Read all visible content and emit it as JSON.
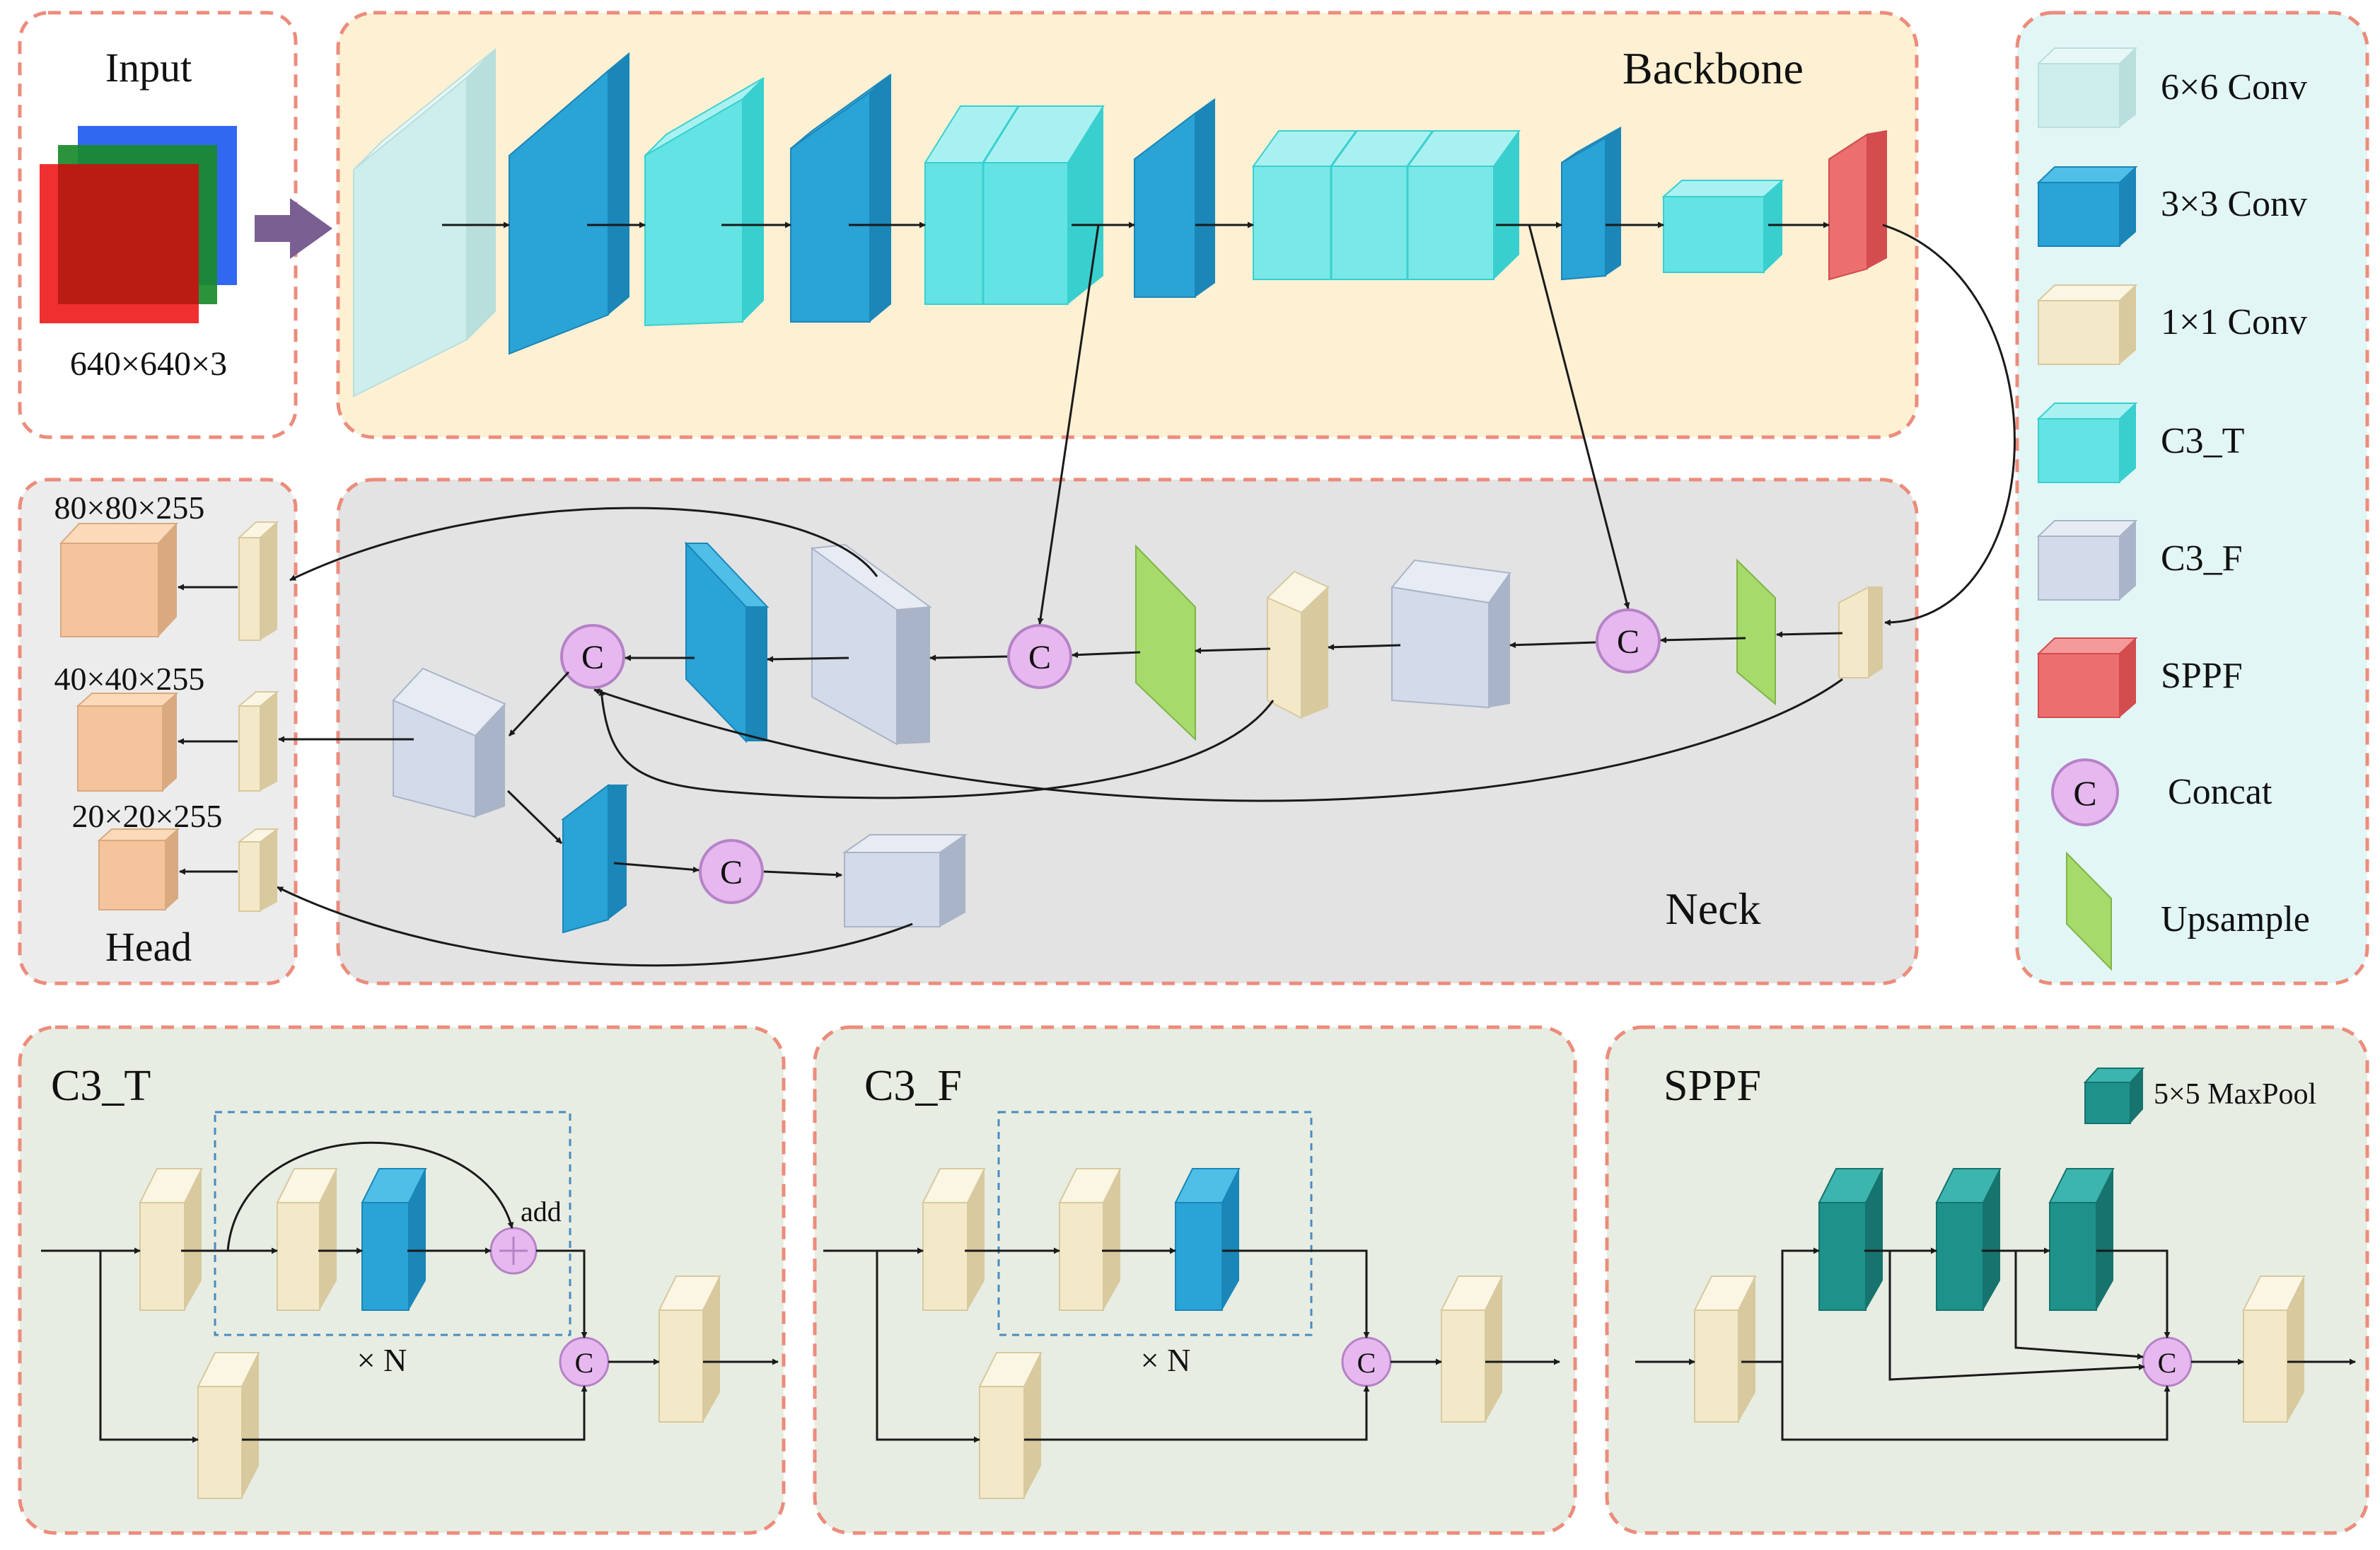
{
  "input": {
    "title": "Input",
    "size": "640×640×3"
  },
  "backbone": {
    "title": "Backbone"
  },
  "neck": {
    "title": "Neck"
  },
  "head": {
    "title": "Head",
    "outputs": [
      "80×80×255",
      "40×40×255",
      "20×20×255"
    ]
  },
  "legend": {
    "items": [
      {
        "label": "6×6 Conv",
        "color": "#cdeeed",
        "kind": "cube"
      },
      {
        "label": "3×3 Conv",
        "color": "#2aa3d6",
        "kind": "cube"
      },
      {
        "label": "1×1 Conv",
        "color": "#f3e9c9",
        "kind": "cube"
      },
      {
        "label": "C3_T",
        "color": "#63e3e3",
        "kind": "cube"
      },
      {
        "label": "C3_F",
        "color": "#d3dae9",
        "kind": "cube"
      },
      {
        "label": "SPPF",
        "color": "#ec6f70",
        "kind": "cube"
      },
      {
        "label": "Concat",
        "color": "#e6b8ef",
        "kind": "circle"
      },
      {
        "label": "Upsample",
        "color": "#a6da6b",
        "kind": "upsample"
      }
    ]
  },
  "modules": {
    "c3t": {
      "title": "C3_T",
      "add_label": "add",
      "repeat": "× N"
    },
    "c3f": {
      "title": "C3_F",
      "repeat": "× N"
    },
    "sppf": {
      "title": "SPPF",
      "maxpool_label": "5×5 MaxPool"
    }
  },
  "concat_symbol": "C",
  "colors": {
    "backbone_bg": "#fdf0d3",
    "neck_bg": "#e3e3e3",
    "legend_bg": "#e3f6f6",
    "module_bg": "#e7ede2",
    "border": "#ec8c7c",
    "arrow": "#1a1a1a",
    "input_arrow": "#7a5f93",
    "maxpool": "#1e918b"
  }
}
